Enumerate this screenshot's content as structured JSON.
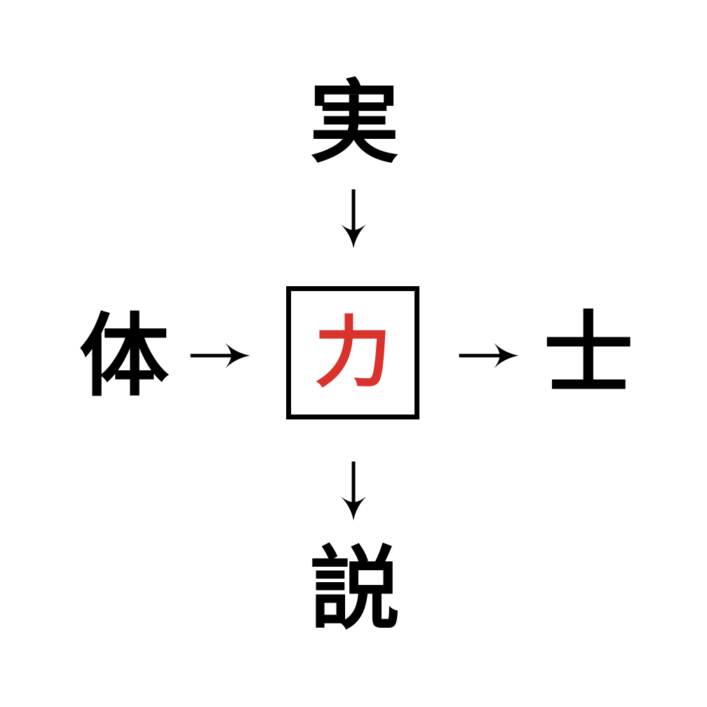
{
  "canvas": {
    "background": "#ffffff",
    "ink": "#000000"
  },
  "puzzle": {
    "type": "kanji-compound-cross-puzzle",
    "center": {
      "char": "力",
      "color": "#d9312b",
      "boxed": true
    },
    "top": {
      "char": "実",
      "relation": "points-into-center"
    },
    "left": {
      "char": "体",
      "relation": "points-into-center"
    },
    "right": {
      "char": "士",
      "relation": "center-points-to"
    },
    "bottom": {
      "char": "説",
      "relation": "center-points-to"
    },
    "arrows": [
      {
        "name": "top-to-center",
        "direction": "down"
      },
      {
        "name": "left-to-center",
        "direction": "right"
      },
      {
        "name": "center-to-right",
        "direction": "right"
      },
      {
        "name": "center-to-bottom",
        "direction": "down"
      }
    ]
  }
}
